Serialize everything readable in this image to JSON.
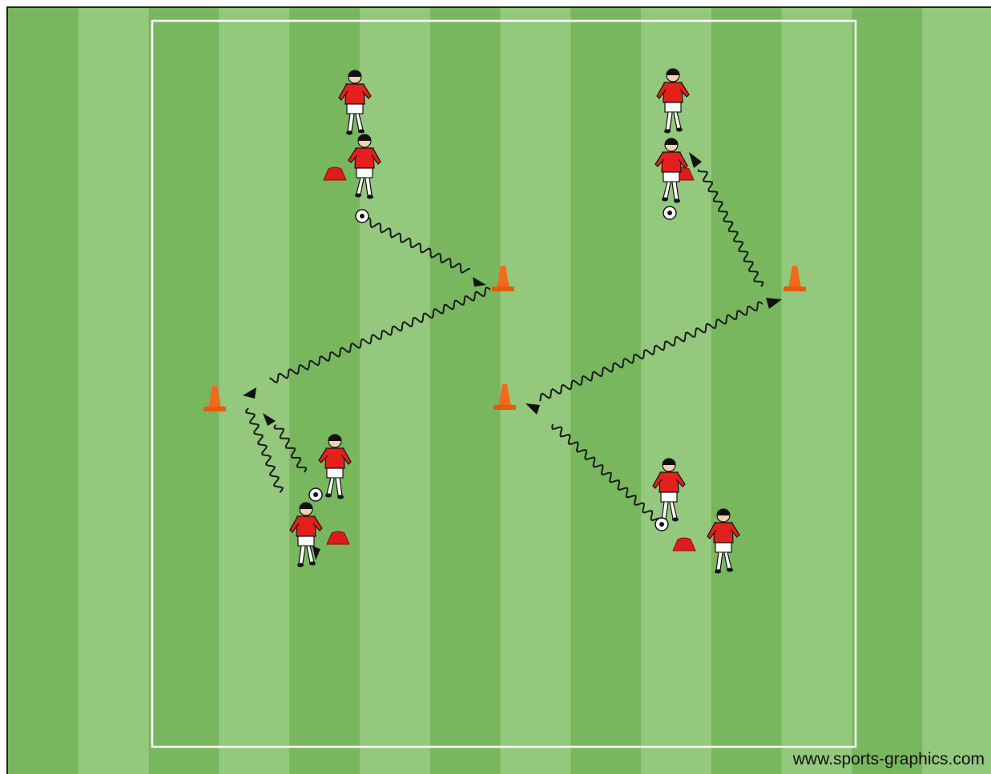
{
  "diagram": {
    "type": "soccer-drill",
    "colors": {
      "stripe_dark": "#79b75f",
      "stripe_light": "#94c87c",
      "boundary_line": "#ffffff",
      "cone": "#f26a1b",
      "disc_cone": "#d91d1d",
      "jersey": "#e3201b",
      "path": "#1a1a1a"
    },
    "stripe_count": 14,
    "grid_area": "white rectangular boundary",
    "tall_cones": 4,
    "disc_cones": 4,
    "players": 8,
    "balls": 4,
    "dribble_paths": 2,
    "icons": [
      "player-icon",
      "ball-icon",
      "cone-icon",
      "disc-cone-icon",
      "arrowhead-icon"
    ]
  },
  "credit": "www.sports-graphics.com"
}
